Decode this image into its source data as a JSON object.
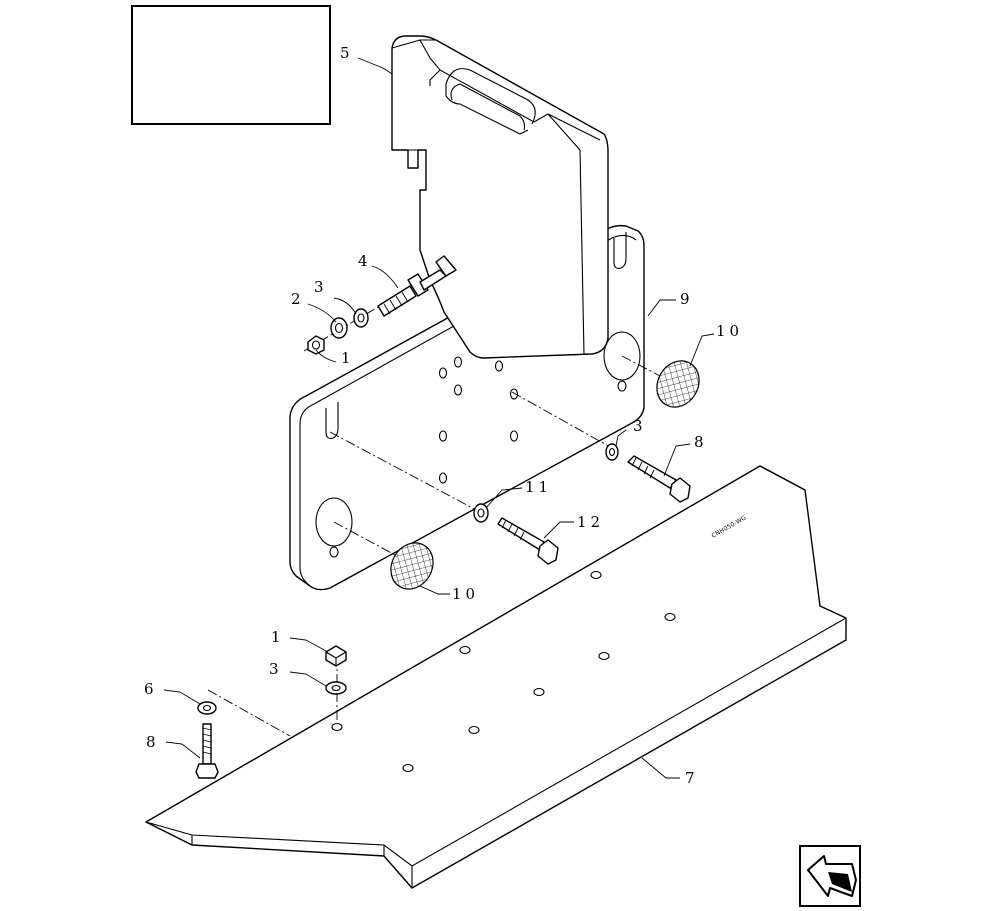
{
  "callouts": {
    "c5": "5",
    "c4": "4",
    "c2": "2",
    "c3a": "3",
    "c1a": "1",
    "c9": "9",
    "c10a": "10",
    "c3b": "3",
    "c8a": "8",
    "c11": "11",
    "c12": "12",
    "c10b": "10",
    "c1b": "1",
    "c3c": "3",
    "c6": "6",
    "c8b": "8",
    "c7": "7"
  },
  "stamp_text": "CNH050-WG",
  "icons": {
    "nav": "return-arrow-icon",
    "thumbnail": "thumbnail-frame"
  }
}
